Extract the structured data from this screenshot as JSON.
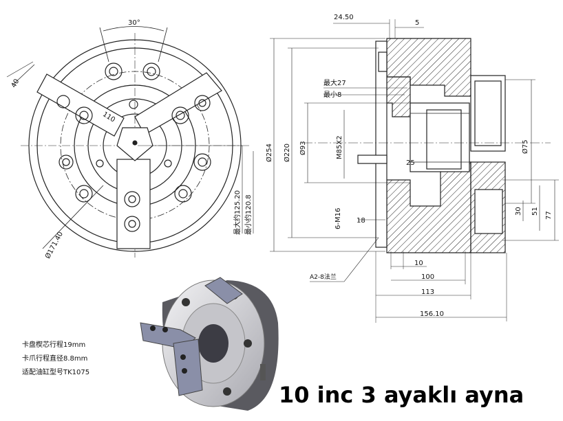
{
  "front_view": {
    "angle_label": "30°",
    "jaw_width": "40",
    "jaw_length": "110",
    "bolt_circle": "Ø171.40",
    "max_label": "最大约125.20",
    "min_label": "最小约120.8"
  },
  "section_view": {
    "top_dim_1": "24.50",
    "top_dim_2": "5",
    "max_bore": "最大27",
    "min_bore": "最小8",
    "dia_254": "Ø254",
    "dia_220": "Ø220",
    "dia_93": "Ø93",
    "thread": "M85X2",
    "dim_25": "25",
    "dia_75": "Ø75",
    "holes": "6-M16",
    "dim_18": "18",
    "dim_30": "30",
    "dim_51": "51",
    "dim_77": "77",
    "dim_10": "10",
    "dim_100": "100",
    "dim_113": "113",
    "dim_156": "156.10",
    "flange": "A2-8法兰"
  },
  "notes": [
    "卡盘楔芯行程19mm",
    "卡爪行程直径8.8mm",
    "适配油缸型号TK1075"
  ],
  "caption": "10 inc 3 ayaklı ayna",
  "colors": {
    "body": "#d9d9dc",
    "dark": "#2b2b30",
    "jaw": "#8a8fa8"
  }
}
